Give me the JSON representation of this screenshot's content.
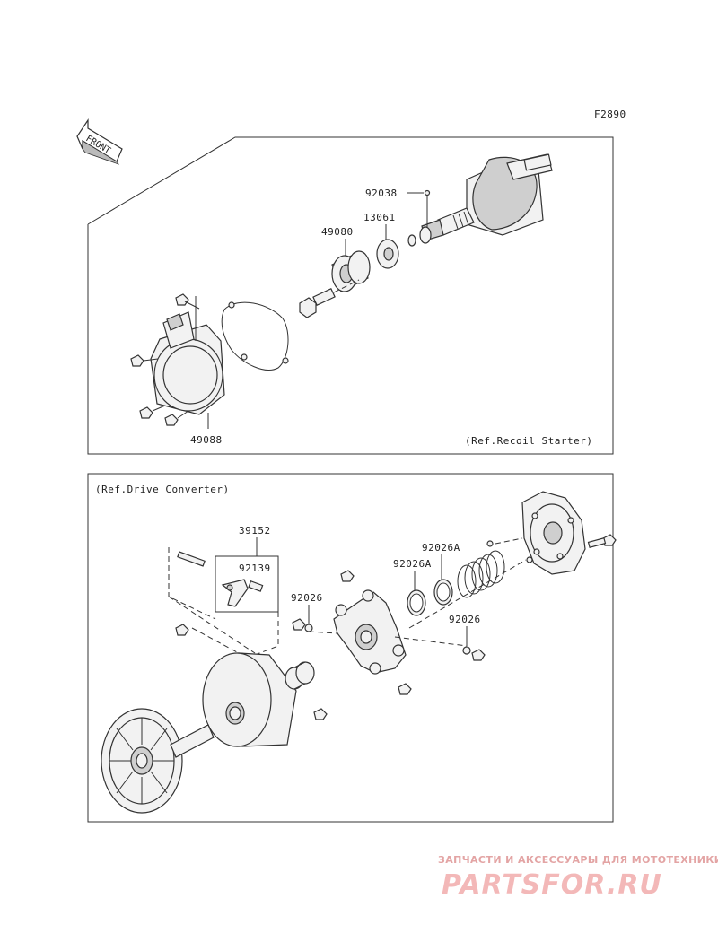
{
  "figure_code": "F2890",
  "front_label": "FRONT",
  "top_panel": {
    "reference": "(Ref.Recoil Starter)",
    "part_labels": {
      "p92038": "92038",
      "p13061": "13061",
      "p49080": "49080",
      "p49088": "49088"
    }
  },
  "bottom_panel": {
    "reference": "(Ref.Drive Converter)",
    "part_labels": {
      "p39152": "39152",
      "p92139": "92139",
      "p92026a_upper": "92026A",
      "p92026a_lower": "92026A",
      "p92026_left": "92026",
      "p92026_right": "92026"
    }
  },
  "watermark": {
    "tagline": "ЗАПЧАСТИ И АКСЕССУАРЫ ДЛЯ МОТОТЕХНИКИ",
    "brand": "PARTSFOR.RU"
  },
  "colors": {
    "line": "#333333",
    "watermark": "#f3b8b8"
  }
}
